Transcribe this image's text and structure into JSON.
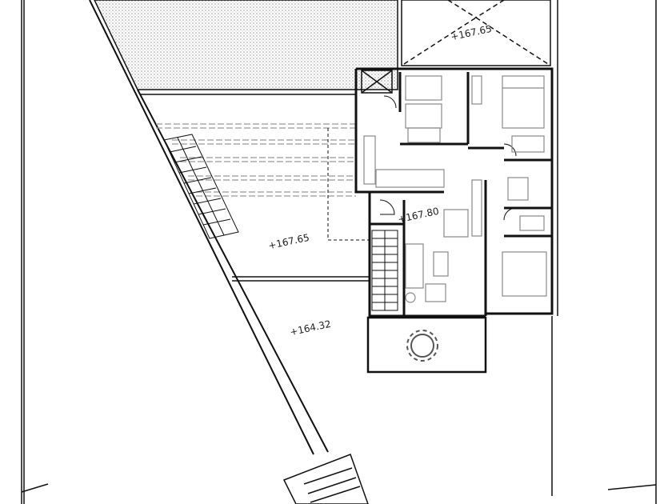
{
  "drawing": {
    "levels": {
      "top_terrace": "+167.65",
      "living_floor": "+167.80",
      "garden_upper": "+167.65",
      "garden_lower": "+164.32"
    },
    "colors": {
      "line": "#111111",
      "furniture": "#8a8a8a",
      "hatch": "#bdbdbd"
    }
  }
}
